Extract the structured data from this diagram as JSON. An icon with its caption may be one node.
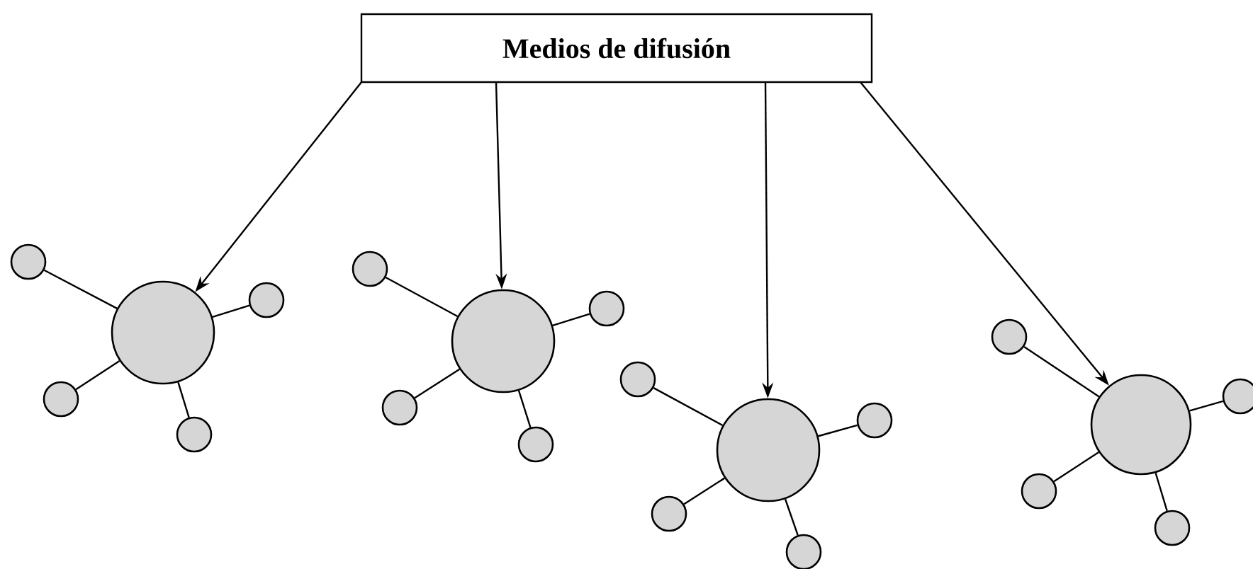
{
  "diagram": {
    "nodes": [
      {
        "text": [
          "Medios de difusión"
        ]
      },
      {
        "text": [],
        "shape": "circle"
      },
      {
        "text": [],
        "shape": "circle"
      },
      {
        "text": [],
        "shape": "circle"
      },
      {
        "text": [],
        "shape": "circle"
      },
      {
        "text": [],
        "shape": "circle"
      },
      {
        "text": [],
        "shape": "circle"
      },
      {
        "text": [],
        "shape": "circle"
      },
      {
        "text": [],
        "shape": "circle"
      },
      {
        "text": [],
        "shape": "circle"
      },
      {
        "text": [],
        "shape": "circle"
      },
      {
        "text": [],
        "shape": "circle"
      },
      {
        "text": [],
        "shape": "circle"
      },
      {
        "text": [],
        "shape": "circle"
      },
      {
        "text": [],
        "shape": "circle"
      },
      {
        "text": [],
        "shape": "circle"
      },
      {
        "text": [],
        "shape": "circle"
      },
      {
        "text": [],
        "shape": "circle"
      },
      {
        "text": [],
        "shape": "circle"
      },
      {
        "text": [],
        "shape": "circle"
      },
      {
        "text": [],
        "shape": "circle"
      }
    ],
    "edges": [
      {
        "from": 0,
        "to": 2,
        "arrow": "to"
      },
      {
        "from": 0,
        "to": 7,
        "arrow": "to"
      },
      {
        "from": 0,
        "to": 12,
        "arrow": "to"
      },
      {
        "from": 0,
        "to": 20,
        "arrow": "to"
      },
      {
        "from": 2,
        "to": 1,
        "arrow": "none"
      },
      {
        "from": 2,
        "to": 3,
        "arrow": "none"
      },
      {
        "from": 2,
        "to": 4,
        "arrow": "none"
      },
      {
        "from": 2,
        "to": 5,
        "arrow": "none"
      },
      {
        "from": 7,
        "to": 6,
        "arrow": "none"
      },
      {
        "from": 7,
        "to": 8,
        "arrow": "none"
      },
      {
        "from": 7,
        "to": 9,
        "arrow": "none"
      },
      {
        "from": 7,
        "to": 10,
        "arrow": "none"
      },
      {
        "from": 12,
        "to": 11,
        "arrow": "none"
      },
      {
        "from": 12,
        "to": 13,
        "arrow": "none"
      },
      {
        "from": 12,
        "to": 14,
        "arrow": "none"
      },
      {
        "from": 12,
        "to": 15,
        "arrow": "none"
      },
      {
        "from": 20,
        "to": 16,
        "arrow": "none"
      },
      {
        "from": 20,
        "to": 17,
        "arrow": "none"
      },
      {
        "from": 20,
        "to": 18,
        "arrow": "none"
      },
      {
        "from": 20,
        "to": 19,
        "arrow": "none"
      }
    ]
  }
}
